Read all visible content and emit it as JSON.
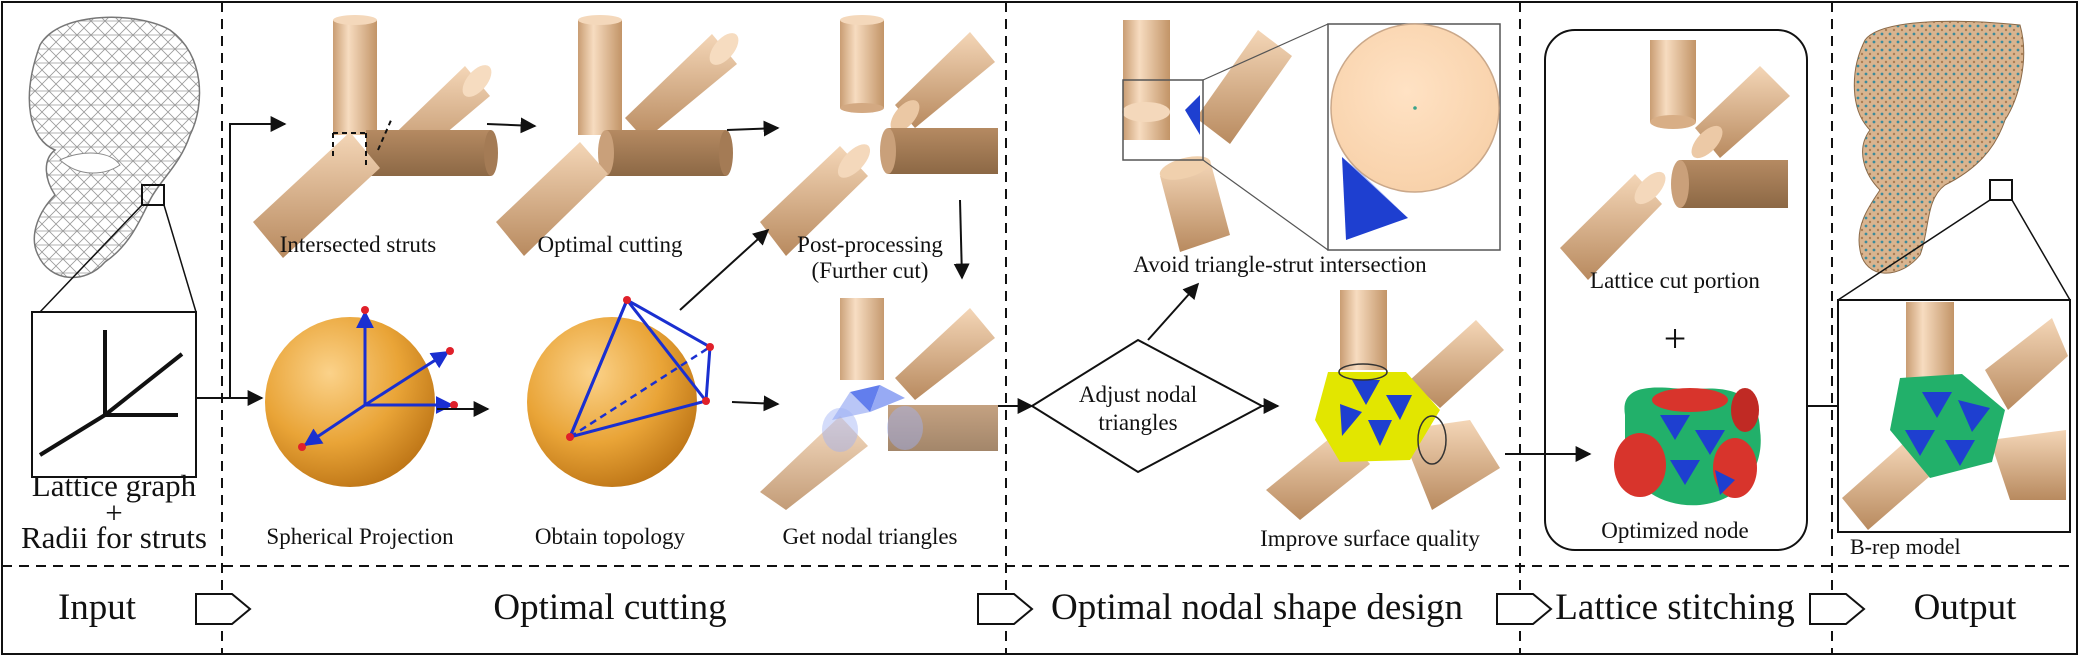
{
  "input": {
    "label_line1": "Lattice graph",
    "label_plus": "+",
    "label_line2": "Radii for struts"
  },
  "optimal_cutting": {
    "intersected": "Intersected struts",
    "optimal": "Optimal cutting",
    "post_line1": "Post-processing",
    "post_line2": "(Further cut)",
    "spherical": "Spherical Projection",
    "topology": "Obtain topology",
    "nodal": "Get nodal triangles"
  },
  "nodal_design": {
    "avoid": "Avoid triangle-strut intersection",
    "adjust_line1": "Adjust nodal",
    "adjust_line2": "triangles",
    "improve": "Improve surface quality"
  },
  "stitching": {
    "cut_portion": "Lattice cut portion",
    "plus": "+",
    "optimized": "Optimized node"
  },
  "output": {
    "brep": "B-rep model"
  },
  "stages": [
    "Input",
    "Optimal cutting",
    "Optimal nodal shape design",
    "Lattice stitching",
    "Output"
  ],
  "colors": {
    "strut": "#e8c49d",
    "sphere": "#e8a53a",
    "triangle": "#1e3fd0",
    "node_green": "#22b06a",
    "node_red": "#d8342c",
    "yellow": "#e2e600"
  }
}
